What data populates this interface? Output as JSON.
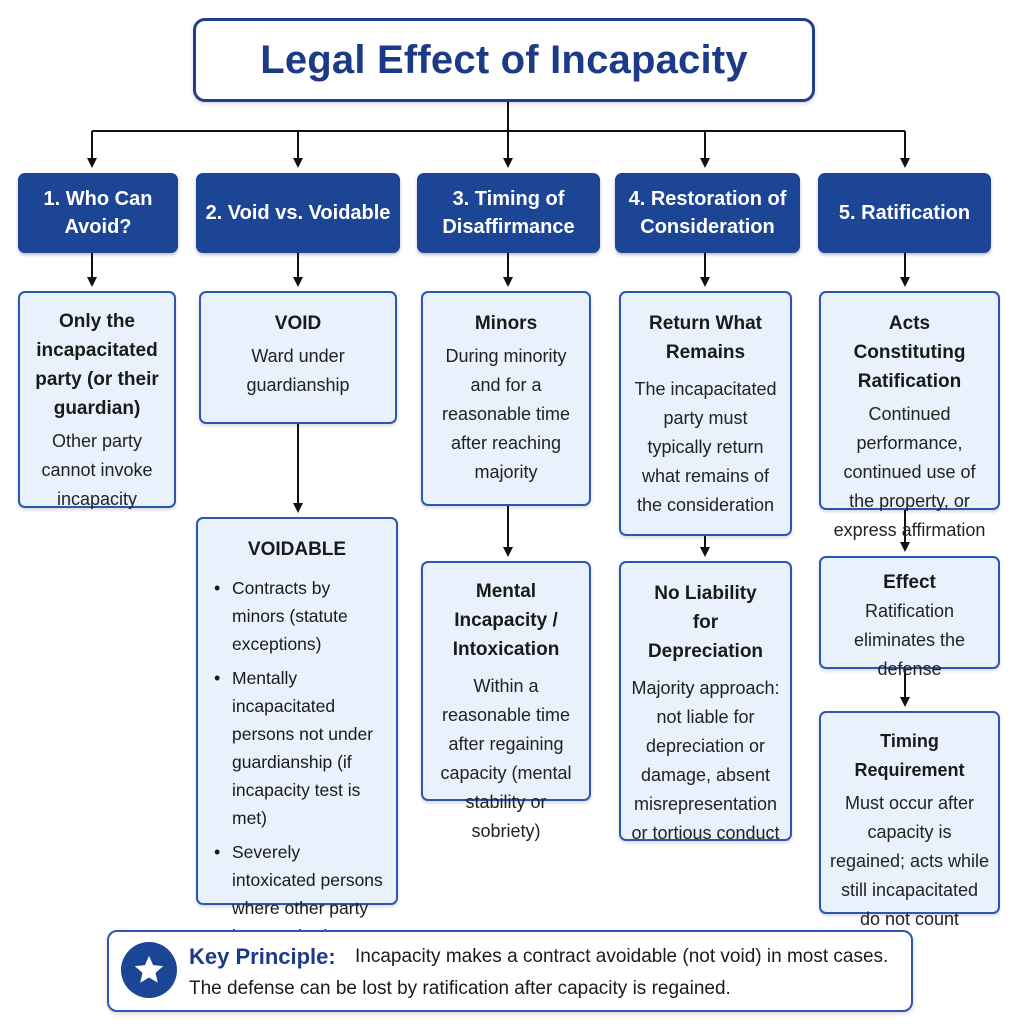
{
  "title": "Legal Effect of Incapacity",
  "colors": {
    "accent": "#1d4596",
    "card_bg": "#e9f1fc",
    "card_border": "#2d56b3"
  },
  "columns": [
    {
      "header": "1. Who Can Avoid?",
      "cards": [
        {
          "title": "Only the incapacitated party (or their guardian)",
          "text": "Other party cannot invoke incapacity"
        }
      ]
    },
    {
      "header": "2. Void vs. Voidable",
      "cards": [
        {
          "title": "VOID",
          "text": "Ward under guardianship"
        },
        {
          "title": "VOIDABLE",
          "bullets": [
            "Contracts by minors (statute exceptions)",
            "Mentally incapacitated persons not under guardianship (if incapacity test is met)",
            "Severely intoxicated persons where other party knew or had reason to know"
          ]
        }
      ]
    },
    {
      "header": "3. Timing of Disaffirmance",
      "cards": [
        {
          "title": "Minors",
          "text": "During minority and for a reasonable time after reaching majority"
        },
        {
          "title": "Mental Incapacity / Intoxication",
          "text": "Within a reasonable time after regaining capacity (mental stability or sobriety)"
        }
      ]
    },
    {
      "header": "4. Restoration of Consideration",
      "cards": [
        {
          "title": "Return What Remains",
          "text": "The incapacitated party must typically return what remains of the consideration"
        },
        {
          "title": "No Liability for Depreciation",
          "text": "Majority approach: not liable for depreciation or damage, absent misrepresentation or tortious conduct"
        }
      ]
    },
    {
      "header": "5. Ratification",
      "cards": [
        {
          "title": "Acts Constituting Ratification",
          "text": "Continued performance, continued use of the property, or express affirmation"
        },
        {
          "title": "Effect",
          "text": "Ratification eliminates the defense"
        },
        {
          "title": "Timing Requirement",
          "text": "Must occur after capacity is regained; acts while still incapacitated do not count"
        }
      ]
    }
  ],
  "key_principle": {
    "icon": "star-icon",
    "label": "Key Principle:",
    "line1": "Incapacity makes a contract avoidable (not void) in most cases.",
    "line2": "The defense can be lost by ratification after capacity is regained."
  }
}
